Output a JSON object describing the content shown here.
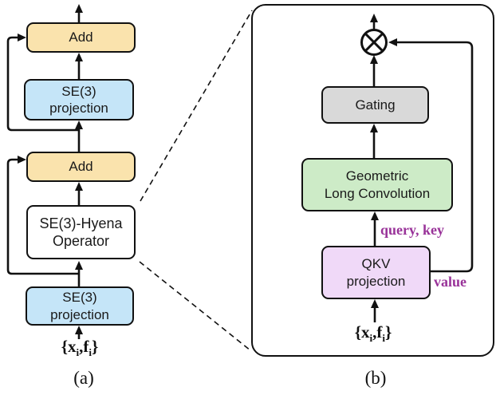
{
  "figure": {
    "panel_a": {
      "caption": "(a)",
      "add_top_label": "Add",
      "se3_projection_top": {
        "line1": "SE(3)",
        "line2": "projection"
      },
      "add_bottom_label": "Add",
      "hyena_operator": {
        "line1": "SE(3)-Hyena",
        "line2": "Operator"
      },
      "se3_projection_bottom": {
        "line1": "SE(3)",
        "line2": "projection"
      },
      "input": {
        "pre": "{x",
        "sub1": "i",
        "mid": ",f",
        "sub2": "i",
        "post": "}"
      }
    },
    "panel_b": {
      "caption": "(b)",
      "gating_label": "Gating",
      "geometric_long_convolution": {
        "line1": "Geometric",
        "line2": "Long Convolution"
      },
      "qkv_projection": {
        "line1": "QKV",
        "line2": "projection"
      },
      "edge_labels": {
        "query_key": "query, key",
        "value": "value"
      },
      "multiply_icon_meaning": "element-wise-product",
      "input": {
        "pre": "{x",
        "sub1": "i",
        "mid": ",f",
        "sub2": "i",
        "post": "}"
      }
    },
    "colors": {
      "add_fill": "#FAE3AD",
      "projection_fill": "#C5E5F8",
      "operator_fill": "#FFFFFF",
      "gating_fill": "#D9D9D9",
      "conv_fill": "#CDEBC7",
      "qkv_fill": "#F0D9F8",
      "edge_label_color": "#993399",
      "line_color": "#111111"
    }
  }
}
